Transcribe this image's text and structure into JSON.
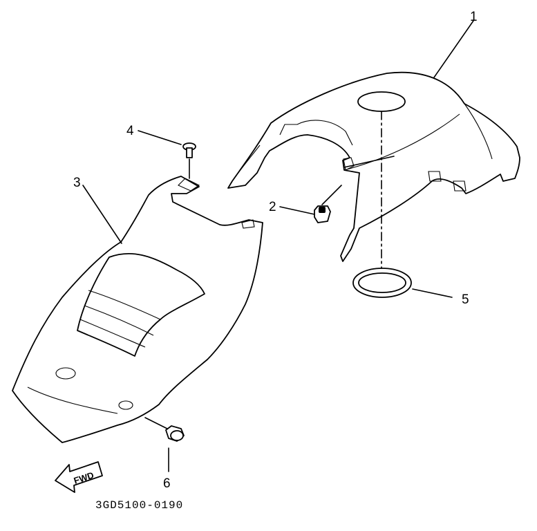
{
  "diagram": {
    "callouts": [
      {
        "id": "1",
        "text": "1"
      },
      {
        "id": "2",
        "text": "2"
      },
      {
        "id": "3",
        "text": "3"
      },
      {
        "id": "4",
        "text": "4"
      },
      {
        "id": "5",
        "text": "5"
      },
      {
        "id": "6",
        "text": "6"
      }
    ],
    "arrow_label": "FWD",
    "drawing_code": "3GD5100-0190"
  }
}
